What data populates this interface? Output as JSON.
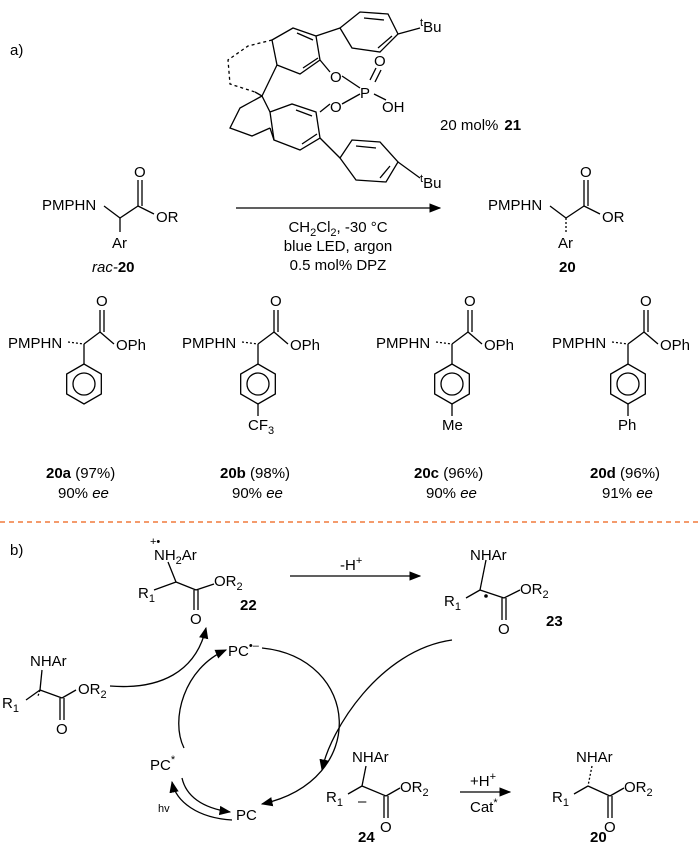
{
  "panel_a": {
    "label": "a)",
    "catalyst_loading": "20 mol%",
    "catalyst_id": "21",
    "catalyst_groups": {
      "tBu_sup": "t",
      "tBu_main": "Bu",
      "P": "P",
      "O": "O",
      "OH": "OH"
    },
    "reactant": {
      "amine": "PMPHN",
      "ester": "OR",
      "aryl": "Ar",
      "prefix": "rac-",
      "id": "20"
    },
    "conditions": {
      "solvent_main": "CH",
      "solvent_sub1": "2",
      "solvent_mid": "Cl",
      "solvent_sub2": "2",
      "solvent_tail": ", -30 °C",
      "line2": "blue LED, argon",
      "line3": "0.5 mol% DPZ"
    },
    "product": {
      "amine": "PMPHN",
      "ester": "OR",
      "aryl": "Ar",
      "id": "20"
    },
    "examples": [
      {
        "amine": "PMPHN",
        "ester": "OPh",
        "substituent": "",
        "id": "20a",
        "yield": " (97%)",
        "ee_value": "90% ",
        "ee_label": "ee"
      },
      {
        "amine": "PMPHN",
        "ester": "OPh",
        "substituent": "CF",
        "substituent_sub": "3",
        "id": "20b",
        "yield": " (98%)",
        "ee_value": "90% ",
        "ee_label": "ee"
      },
      {
        "amine": "PMPHN",
        "ester": "OPh",
        "substituent": "Me",
        "id": "20c",
        "yield": " (96%)",
        "ee_value": "90% ",
        "ee_label": "ee"
      },
      {
        "amine": "PMPHN",
        "ester": "OPh",
        "substituent": "Ph",
        "id": "20d",
        "yield": " (96%)",
        "ee_value": "91% ",
        "ee_label": "ee"
      }
    ]
  },
  "panel_b": {
    "label": "b)",
    "radical_cation": {
      "mark": "+•",
      "amine": "NH",
      "amine_sub": "2",
      "amine_tail": "Ar",
      "r1": "R",
      "r1_sub": "1",
      "ester": "OR",
      "ester_sub": "2",
      "o": "O",
      "id": "22"
    },
    "deprotonation": {
      "text": "-H",
      "sup": "+"
    },
    "radical": {
      "amine": "NHAr",
      "r1": "R",
      "r1_sub": "1",
      "ester": "OR",
      "ester_sub": "2",
      "o": "O",
      "id": "23"
    },
    "substrate": {
      "amine": "NHAr",
      "r1": "R",
      "r1_sub": "1",
      "ester": "OR",
      "ester_sub": "2",
      "o": "O"
    },
    "anion": {
      "amine": "NHAr",
      "r1": "R",
      "r1_sub": "1",
      "charge": "–",
      "ester": "OR",
      "ester_sub": "2",
      "o": "O",
      "id": "24"
    },
    "protonation": {
      "top": "+H",
      "top_sup": "+",
      "bottom": "Cat",
      "bottom_sup": "*"
    },
    "product": {
      "amine": "NHAr",
      "r1": "R",
      "r1_sub": "1",
      "ester": "OR",
      "ester_sub": "2",
      "o": "O",
      "id": "20"
    },
    "cycle": {
      "pc_radical_anion": "PC",
      "pc_radical_anion_sup": "•–",
      "pc_excited": "PC",
      "pc_excited_sup": "*",
      "pc_ground": "PC",
      "light": "hv"
    }
  },
  "colors": {
    "divider": "#f07a3c"
  }
}
